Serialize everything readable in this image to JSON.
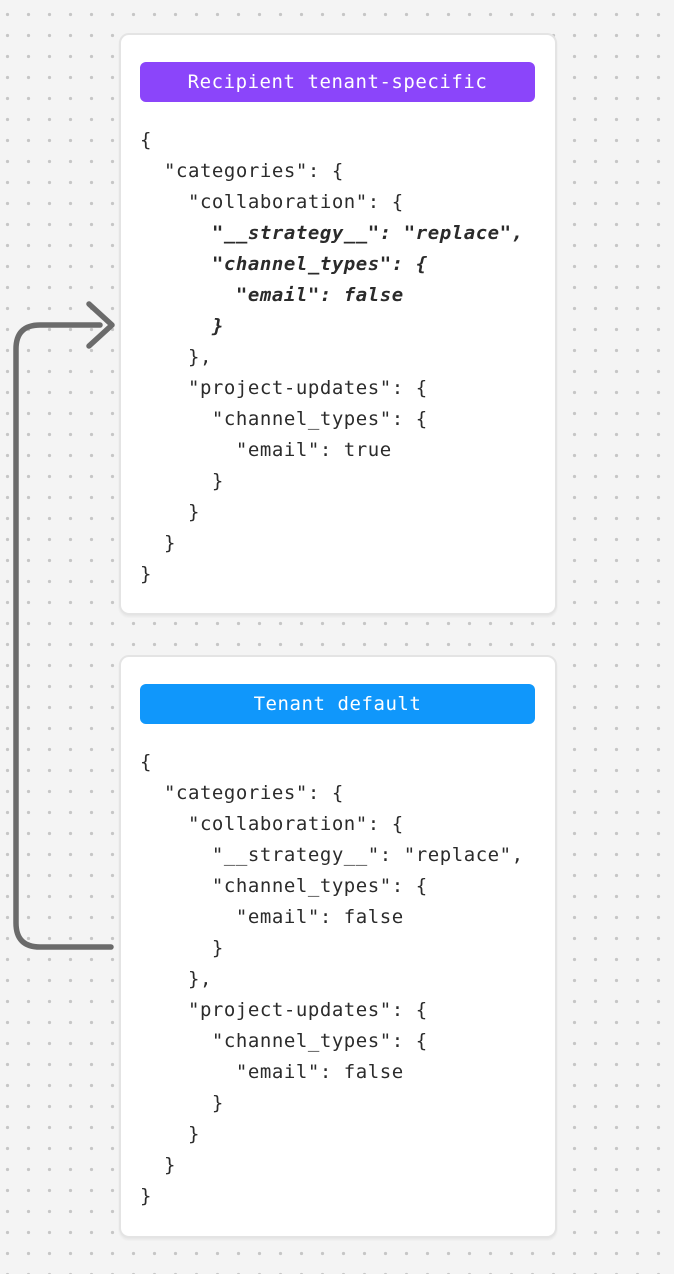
{
  "canvas": {
    "bg_color": "#f4f4f4",
    "dot_color": "#c6c6c6"
  },
  "arrow": {
    "color": "#6b6b6b"
  },
  "cards": [
    {
      "badge": {
        "label": "Recipient tenant-specific",
        "color": "#8b45fa"
      },
      "code_lines": [
        {
          "text": "{",
          "emphasis": false
        },
        {
          "text": "  \"categories\": {",
          "emphasis": false
        },
        {
          "text": "    \"collaboration\": {",
          "emphasis": false
        },
        {
          "text": "      \"__strategy__\": \"replace\",",
          "emphasis": true
        },
        {
          "text": "      \"channel_types\": {",
          "emphasis": true
        },
        {
          "text": "        \"email\": false",
          "emphasis": true
        },
        {
          "text": "      }",
          "emphasis": true
        },
        {
          "text": "    },",
          "emphasis": false
        },
        {
          "text": "    \"project-updates\": {",
          "emphasis": false
        },
        {
          "text": "      \"channel_types\": {",
          "emphasis": false
        },
        {
          "text": "        \"email\": true",
          "emphasis": false
        },
        {
          "text": "      }",
          "emphasis": false
        },
        {
          "text": "    }",
          "emphasis": false
        },
        {
          "text": "  }",
          "emphasis": false
        },
        {
          "text": "}",
          "emphasis": false
        }
      ]
    },
    {
      "badge": {
        "label": "Tenant default",
        "color": "#1097fb"
      },
      "code_lines": [
        {
          "text": "{",
          "emphasis": false
        },
        {
          "text": "  \"categories\": {",
          "emphasis": false
        },
        {
          "text": "    \"collaboration\": {",
          "emphasis": false
        },
        {
          "text": "      \"__strategy__\": \"replace\",",
          "emphasis": false
        },
        {
          "text": "      \"channel_types\": {",
          "emphasis": false
        },
        {
          "text": "        \"email\": false",
          "emphasis": false
        },
        {
          "text": "      }",
          "emphasis": false
        },
        {
          "text": "    },",
          "emphasis": false
        },
        {
          "text": "    \"project-updates\": {",
          "emphasis": false
        },
        {
          "text": "      \"channel_types\": {",
          "emphasis": false
        },
        {
          "text": "        \"email\": false",
          "emphasis": false
        },
        {
          "text": "      }",
          "emphasis": false
        },
        {
          "text": "    }",
          "emphasis": false
        },
        {
          "text": "  }",
          "emphasis": false
        },
        {
          "text": "}",
          "emphasis": false
        }
      ]
    }
  ]
}
